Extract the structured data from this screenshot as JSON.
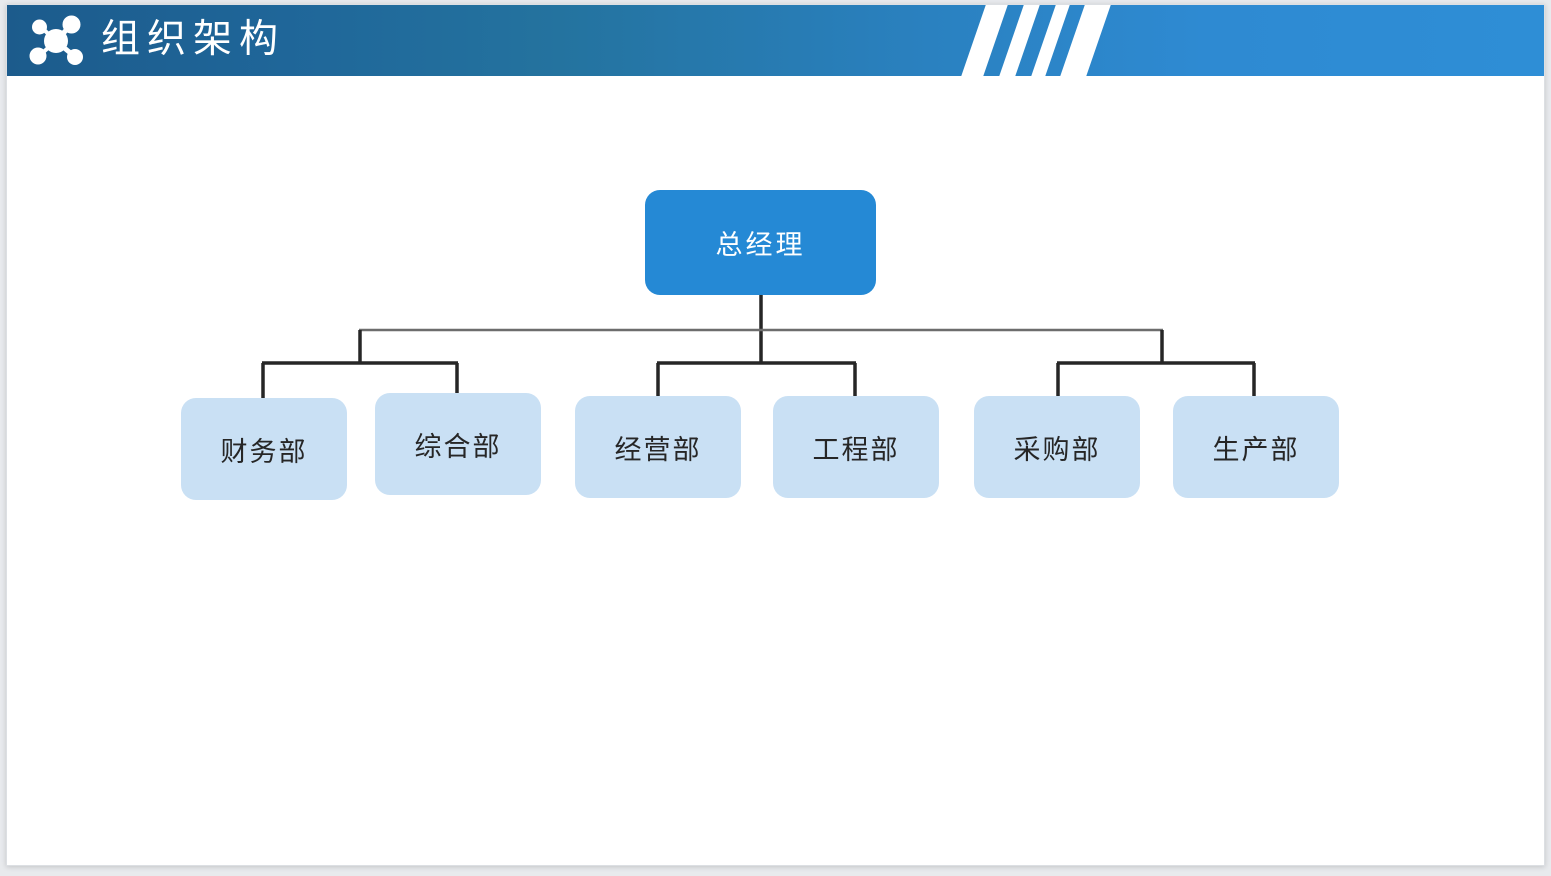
{
  "header": {
    "title": "组织架构",
    "icon": "network-nodes-icon",
    "gradient_from": "#1c5b8c",
    "gradient_to": "#2e8ed6",
    "decoration": "diagonal-slashes",
    "slash_count": 4
  },
  "chart_data": {
    "type": "diagram",
    "diagram_type": "org-chart",
    "title": "组织架构",
    "orientation": "top-down",
    "root": {
      "label": "总经理",
      "fill": "#2589d5",
      "text_color": "#ffffff"
    },
    "branch_count": 3,
    "branches": [
      {
        "children": [
          {
            "label": "财务部"
          },
          {
            "label": "综合部"
          }
        ]
      },
      {
        "children": [
          {
            "label": "经营部"
          },
          {
            "label": "工程部"
          }
        ]
      },
      {
        "children": [
          {
            "label": "采购部"
          },
          {
            "label": "生产部"
          }
        ]
      }
    ],
    "departments": [
      "财务部",
      "综合部",
      "经营部",
      "工程部",
      "采购部",
      "生产部"
    ],
    "node_fill": "#c9e0f4",
    "node_text_color": "#262626",
    "connector_color": "#262626",
    "connector_color_top": "#6d6d6d",
    "background": "#ffffff"
  },
  "nodes": {
    "root": "总经理",
    "d0": "财务部",
    "d1": "综合部",
    "d2": "经营部",
    "d3": "工程部",
    "d4": "采购部",
    "d5": "生产部"
  }
}
